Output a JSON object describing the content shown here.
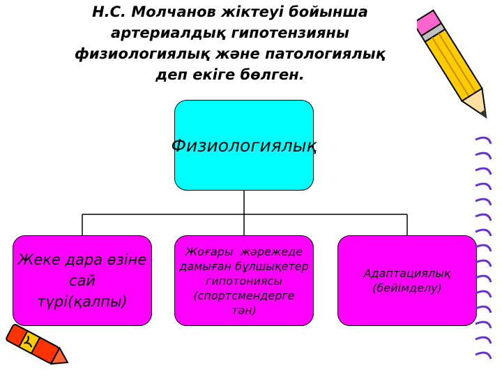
{
  "title_lines": [
    "Н.С. Молчанов  жіктеуі  бойынша",
    "артериалдық  гипотензияны",
    "физиологиялық  және  патологиялық",
    "деп  екіге  бөлген."
  ],
  "root": {
    "label": "Физиологиялық",
    "color": "#00ffff"
  },
  "children": [
    {
      "label": "Жеке дара өзіне\nсай\nтүрі(қалпы)",
      "color": "#ff00ff"
    },
    {
      "label": "Жоғары  жәрежеде\nдамыған бұлшықетер\nгипотониясы\n(спортсмендерге\nтән)",
      "color": "#ff00ff"
    },
    {
      "label": "Адаптациялық\n(бейімделу)",
      "color": "#ff00ff"
    }
  ],
  "decorations": [
    "pencil-icon",
    "crayon-icon",
    "spiral-binding"
  ]
}
